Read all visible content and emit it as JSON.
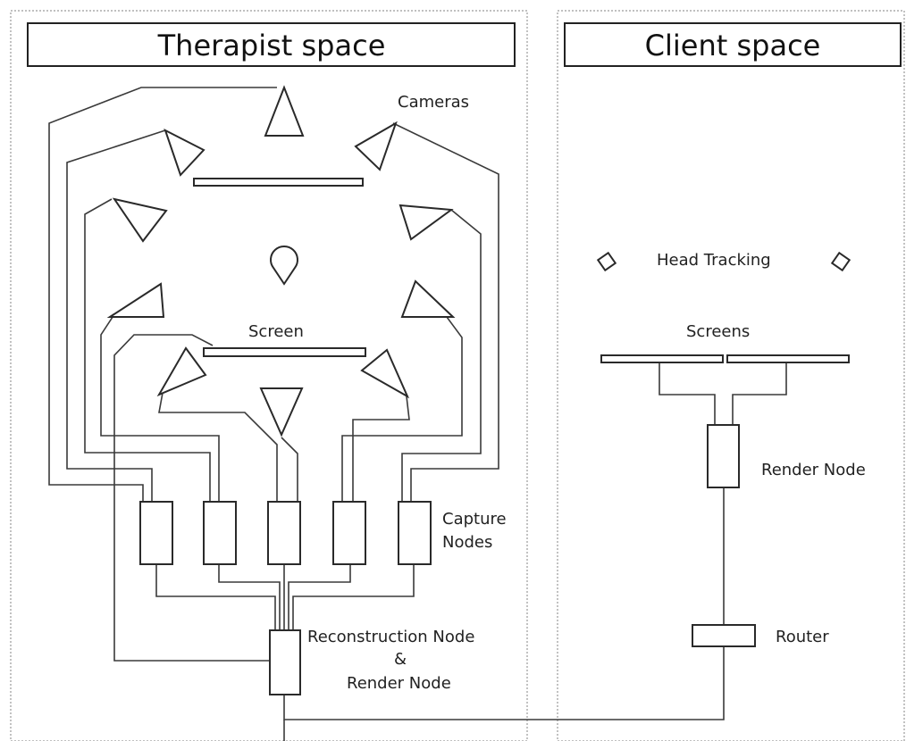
{
  "panels": {
    "therapist": {
      "title": "Therapist space"
    },
    "client": {
      "title": "Client space"
    }
  },
  "labels": {
    "cameras": "Cameras",
    "screen": "Screen",
    "capture_nodes_line1": "Capture",
    "capture_nodes_line2": "Nodes",
    "reconstruction_line1": "Reconstruction Node",
    "reconstruction_line2": "&",
    "reconstruction_line3": "Render Node",
    "head_tracking": "Head Tracking",
    "screens": "Screens",
    "render_node": "Render Node",
    "router": "Router"
  }
}
